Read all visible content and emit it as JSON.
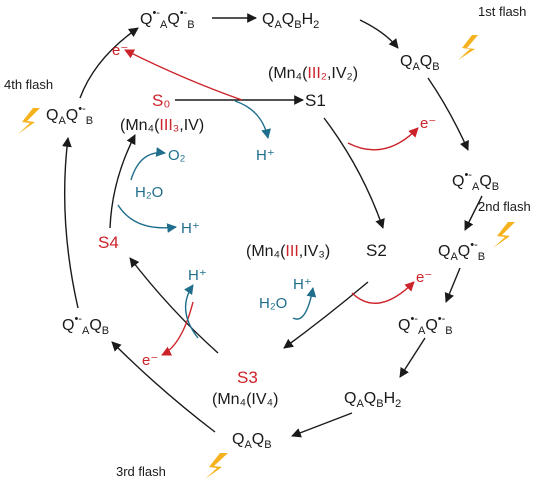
{
  "colors": {
    "black": "#1a1a1a",
    "red": "#cc2229",
    "blue": "#1f6e8c",
    "bolt": "#f5b21d"
  },
  "flashes": {
    "first": "1st flash",
    "second": "2nd flash",
    "third": "3rd flash",
    "fourth": "4th flash"
  },
  "states": {
    "s0": "S₀",
    "s1": "S1",
    "s2": "S2",
    "s3": "S3",
    "s4": "S4"
  },
  "manganese": {
    "s0_prefix": "(Mn₄(",
    "s0_roman": "III₃",
    "s0_suffix": ",IV)",
    "s1_prefix": "(Mn₄(",
    "s1_roman": "III₂",
    "s1_suffix": ",IV₂)",
    "s2_prefix": "(Mn₄(",
    "s2_roman": "III",
    "s2_suffix": ",IV₃)",
    "s3": "(Mn₄(IV₄)"
  },
  "species": {
    "electron": "e⁻",
    "proton": "H⁺",
    "water": "H₂O",
    "oxygen": "O₂"
  },
  "quinones": {
    "top_left": "Q•⁻AQ•⁻B",
    "top_mid": "QAQBH2",
    "after_first": "QAQB",
    "after_second_a": "Q•⁻AQB",
    "after_second_b": "QAQ•⁻B",
    "right_mid": "Q•⁻AQ•⁻B",
    "right_low": "QAQBH2",
    "bottom": "QAQB",
    "left_low": "Q•⁻AQB",
    "left_top": "QAQ•⁻B"
  }
}
